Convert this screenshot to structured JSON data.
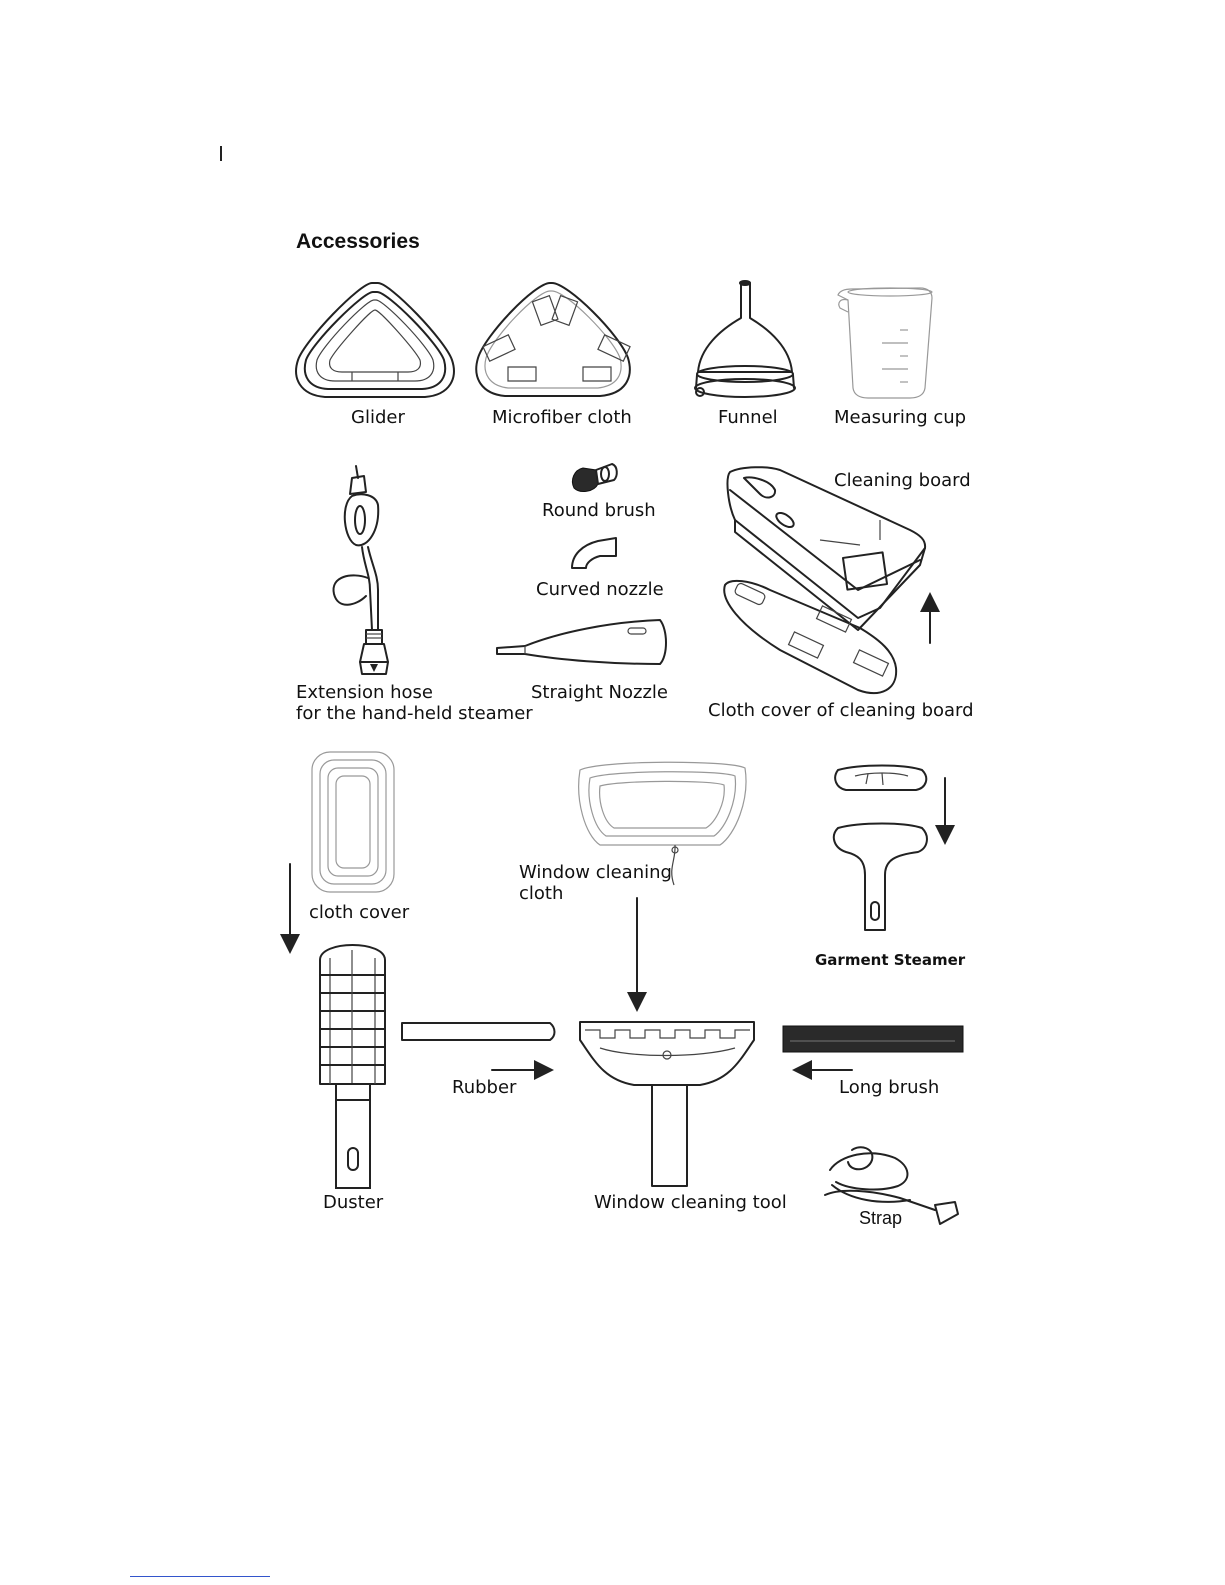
{
  "section_title": "Accessories",
  "labels": {
    "glider": "Glider",
    "microfiber_cloth": "Microfiber cloth",
    "funnel": "Funnel",
    "measuring_cup": "Measuring cup",
    "round_brush": "Round brush",
    "curved_nozzle": "Curved nozzle",
    "straight_nozzle": "Straight Nozzle",
    "cleaning_board": "Cleaning board",
    "extension_hose_line1": "Extension hose",
    "extension_hose_line2": "for the hand-held steamer",
    "cloth_cover_board": "Cloth cover of cleaning board",
    "cloth_cover": "cloth cover",
    "window_cloth_line1": "Window cleaning",
    "window_cloth_line2": "cloth",
    "garment_steamer": "Garment Steamer",
    "rubber": "Rubber",
    "long_brush": "Long brush",
    "duster": "Duster",
    "window_cleaning_tool": "Window cleaning tool",
    "strap": "Strap"
  },
  "icons": [
    "glider-icon",
    "microfiber-cloth-icon",
    "funnel-icon",
    "measuring-cup-icon",
    "extension-hose-icon",
    "round-brush-icon",
    "curved-nozzle-icon",
    "straight-nozzle-icon",
    "cleaning-board-icon",
    "cloth-cover-board-icon",
    "cloth-cover-icon",
    "window-cloth-icon",
    "garment-steamer-icon",
    "duster-icon",
    "rubber-icon",
    "window-tool-icon",
    "long-brush-icon",
    "strap-icon",
    "arrow-down-icon",
    "arrow-up-icon",
    "arrow-right-icon",
    "arrow-left-icon"
  ]
}
